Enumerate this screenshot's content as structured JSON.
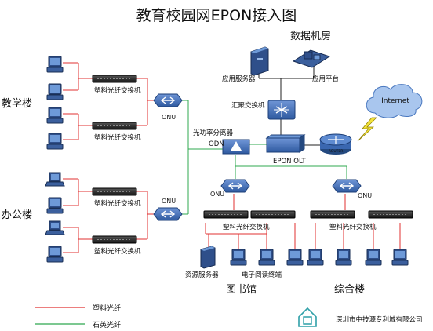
{
  "title": "教育校园网EPON接入图",
  "groups": {
    "teaching": "教学楼",
    "office": "办公楼",
    "datacenter": "数据机房",
    "library": "图书馆",
    "complex": "综合楼"
  },
  "labels": {
    "app_server": "应用服务器",
    "app_platform": "应用平台",
    "agg_switch": "汇聚交换机",
    "splitter": "光功率分离器",
    "odn": "ODN",
    "olt": "EPON OLT",
    "internet": "Internet",
    "router": "ROUTER",
    "onu": "ONU",
    "fiber_switch": "塑料光纤交换机",
    "resource_server": "资源服务器",
    "e_reader": "电子阅读终端"
  },
  "legend": {
    "plastic": "塑料光纤",
    "quartz": "石英光纤"
  },
  "company": "深圳市中技源专利城有限公司",
  "colors": {
    "plastic_fiber": "#e03030",
    "quartz_fiber": "#2fa84f",
    "device_blue": "#3a67b0",
    "switch_dark": "#2a2a2a"
  }
}
